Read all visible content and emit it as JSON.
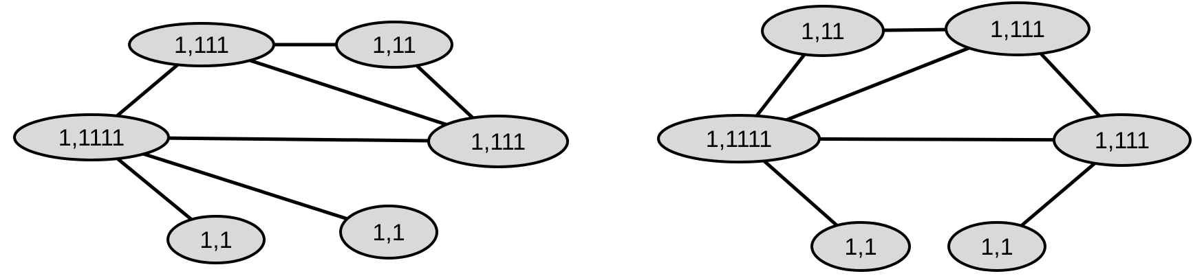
{
  "colors": {
    "node_fill": "#d9d9d9",
    "node_stroke": "#000000",
    "edge": "#000000",
    "background": "#ffffff"
  },
  "graphs": [
    {
      "id": "left-graph",
      "nodes": [
        {
          "id": "a",
          "label": "1,111"
        },
        {
          "id": "b",
          "label": "1,11"
        },
        {
          "id": "c",
          "label": "1,1111"
        },
        {
          "id": "d",
          "label": "1,111"
        },
        {
          "id": "e",
          "label": "1,1"
        },
        {
          "id": "f",
          "label": "1,1"
        }
      ],
      "edges": [
        [
          "a",
          "b"
        ],
        [
          "a",
          "c"
        ],
        [
          "a",
          "d"
        ],
        [
          "b",
          "d"
        ],
        [
          "c",
          "d"
        ],
        [
          "c",
          "e"
        ],
        [
          "c",
          "f"
        ]
      ]
    },
    {
      "id": "right-graph",
      "nodes": [
        {
          "id": "a",
          "label": "1,11"
        },
        {
          "id": "b",
          "label": "1,111"
        },
        {
          "id": "c",
          "label": "1,1111"
        },
        {
          "id": "d",
          "label": "1,111"
        },
        {
          "id": "e",
          "label": "1,1"
        },
        {
          "id": "f",
          "label": "1,1"
        }
      ],
      "edges": [
        [
          "a",
          "b"
        ],
        [
          "a",
          "c"
        ],
        [
          "b",
          "c"
        ],
        [
          "b",
          "d"
        ],
        [
          "c",
          "d"
        ],
        [
          "c",
          "e"
        ],
        [
          "d",
          "f"
        ]
      ]
    }
  ]
}
